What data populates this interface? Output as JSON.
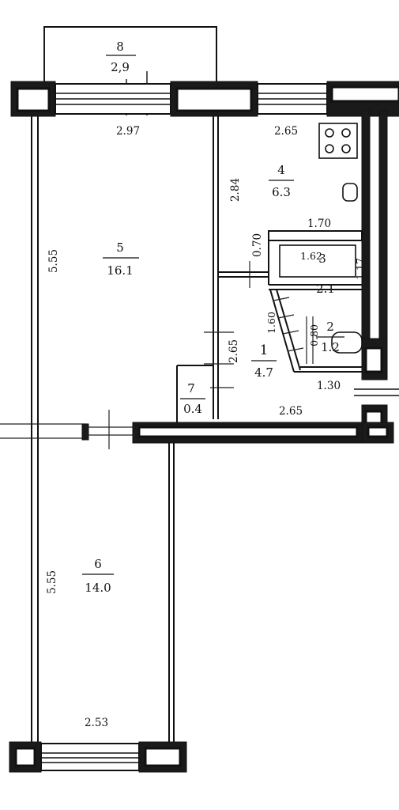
{
  "rooms": [
    {
      "id": "r8",
      "number": "8",
      "area": "2,9"
    },
    {
      "id": "r4",
      "number": "4",
      "area": "6.3"
    },
    {
      "id": "r5",
      "number": "5",
      "area": "16.1"
    },
    {
      "id": "r3",
      "number": "3",
      "area": "2.1"
    },
    {
      "id": "r2",
      "number": "2",
      "area": "1.2"
    },
    {
      "id": "r1",
      "number": "1",
      "area": "4.7"
    },
    {
      "id": "r7",
      "number": "7",
      "area": "0.4"
    },
    {
      "id": "r6",
      "number": "6",
      "area": "14.0"
    }
  ],
  "dimensions": {
    "d297": "2.97",
    "d265_top": "2.65",
    "d284": "2.84",
    "d555_upper": "5.55",
    "d170": "1.70",
    "d070": "0.70",
    "d162": "1.62",
    "d117": "1.17",
    "d160": "1.60",
    "d080": "0.80",
    "d265_hall": "2.65",
    "d130": "1.30",
    "d265_vert": "2.65",
    "d555_lower": "5.55",
    "d253": "2.53"
  },
  "colors": {
    "wall": "#1a1a1a",
    "line": "#111111",
    "background": "#ffffff"
  }
}
